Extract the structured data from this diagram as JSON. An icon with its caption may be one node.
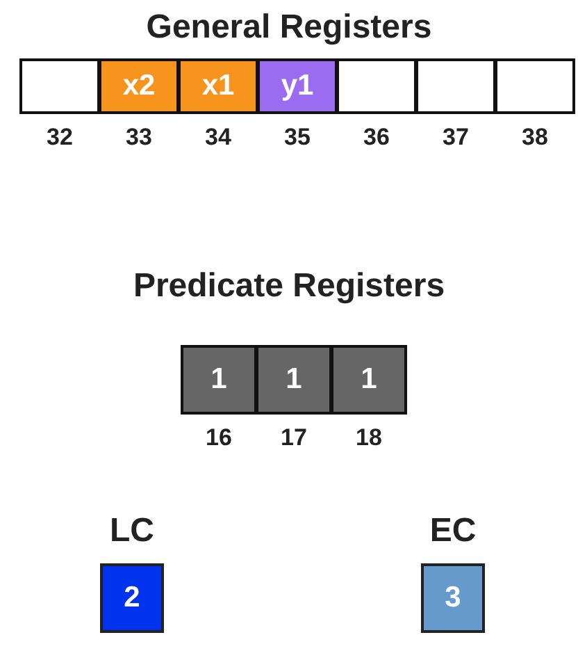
{
  "diagram": {
    "nodes": [
      {
        "text": [],
        "shape": "box",
        "beside": [
          "32"
        ]
      },
      {
        "text": [
          "x2"
        ],
        "beside": [
          "33"
        ]
      },
      {
        "text": [
          "x1"
        ],
        "beside": [
          "34"
        ]
      },
      {
        "text": [
          "y1"
        ],
        "beside": [
          "35"
        ]
      },
      {
        "text": [],
        "shape": "box",
        "beside": [
          "36"
        ]
      },
      {
        "text": [],
        "shape": "box",
        "beside": [
          "37"
        ]
      },
      {
        "text": [],
        "shape": "box",
        "beside": [
          "38"
        ]
      },
      {
        "text": [
          "1"
        ],
        "beside": [
          "16"
        ]
      },
      {
        "text": [
          "1"
        ],
        "beside": [
          "17"
        ]
      },
      {
        "text": [
          "1"
        ],
        "beside": [
          "18"
        ]
      },
      {
        "text": [
          "LC",
          "2"
        ]
      },
      {
        "text": [
          "EC",
          "3"
        ]
      }
    ],
    "labels": [
      "General Registers",
      "Predicate Registers"
    ]
  }
}
